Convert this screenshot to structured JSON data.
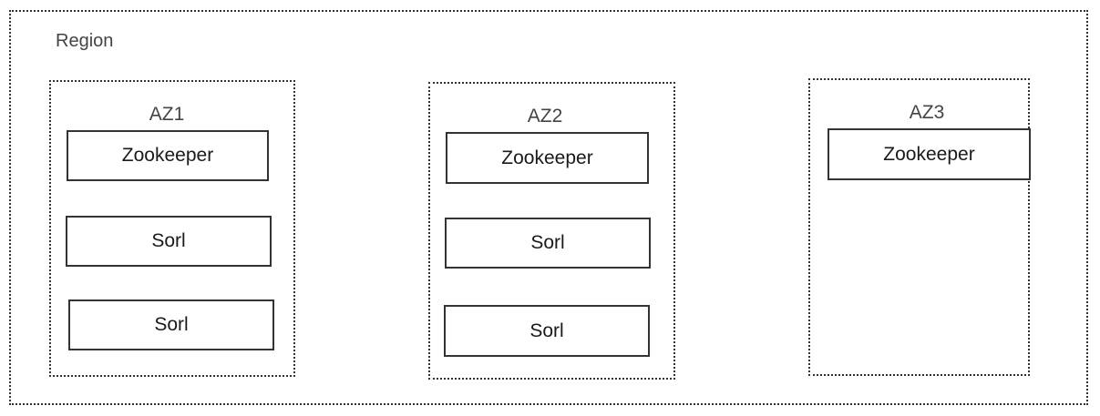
{
  "region": {
    "label": "Region"
  },
  "zones": [
    {
      "label": "AZ1",
      "nodes": [
        "Zookeeper",
        "Sorl",
        "Sorl"
      ]
    },
    {
      "label": "AZ2",
      "nodes": [
        "Zookeeper",
        "Sorl",
        "Sorl"
      ]
    },
    {
      "label": "AZ3",
      "nodes": [
        "Zookeeper"
      ]
    }
  ]
}
